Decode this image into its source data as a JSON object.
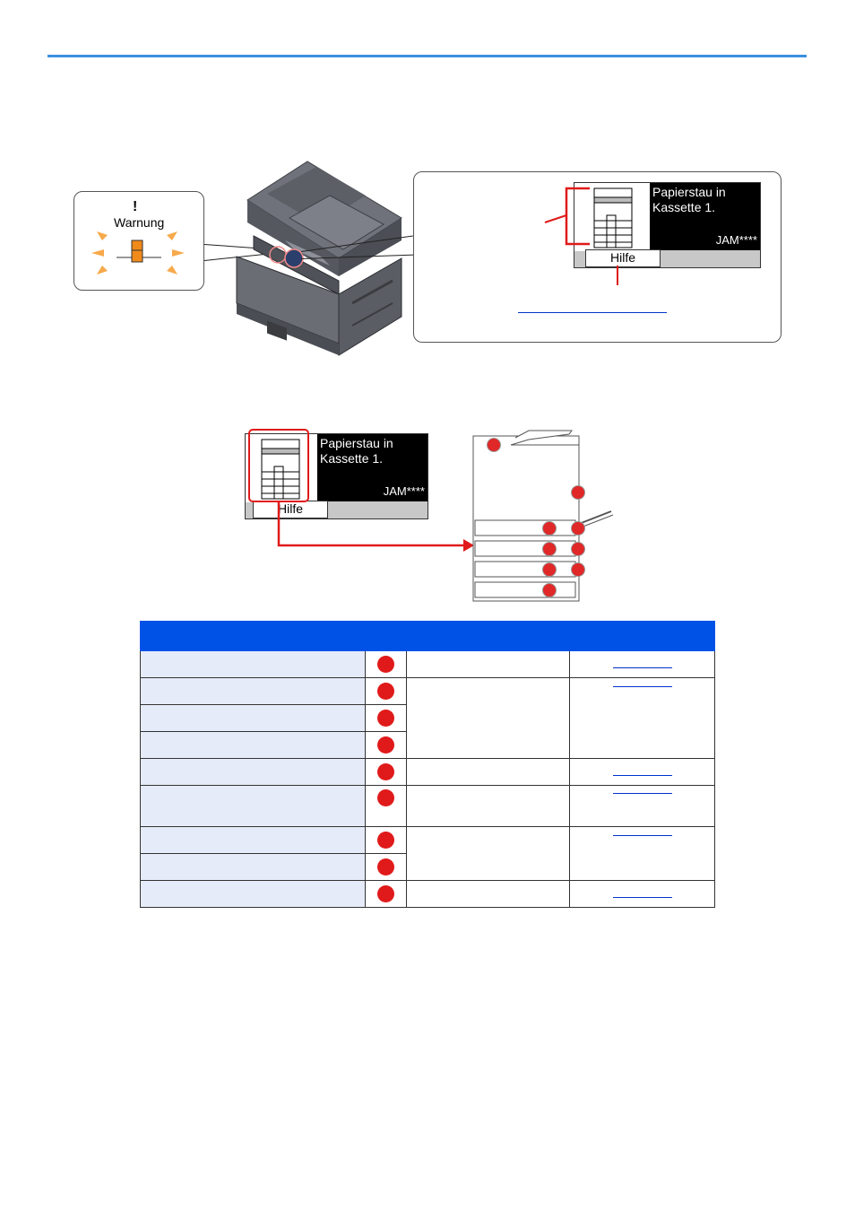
{
  "colors": {
    "accent_line": "#3b8fe0",
    "table_header": "#0052e6",
    "marker_red": "#e01a1a",
    "row_fill": "#e6ebf9",
    "link": "#0033cc"
  },
  "warning_callout": {
    "exclamation": "!",
    "label": "Warnung"
  },
  "display_callout": {
    "message_line1": "Papierstau in",
    "message_line2": "Kassette 1.",
    "code": "JAM****",
    "help_button": "Hilfe"
  },
  "jam_display": {
    "message_line1": "Papierstau in",
    "message_line2": "Kassette 1.",
    "code": "JAM****",
    "help_button": "Hilfe"
  },
  "table": {
    "headers": [
      "",
      "",
      ""
    ],
    "rows": [
      {
        "marker": "",
        "description": "",
        "reference": ""
      },
      {
        "marker": "",
        "description": "",
        "reference": ""
      },
      {
        "marker": "",
        "description": "",
        "reference": ""
      },
      {
        "marker": "",
        "description": "",
        "reference": ""
      },
      {
        "marker": "",
        "description": "",
        "reference": ""
      },
      {
        "marker": "",
        "description": "",
        "reference": ""
      },
      {
        "marker": "",
        "description": "",
        "reference": ""
      },
      {
        "marker": "",
        "description": "",
        "reference": ""
      },
      {
        "marker": "",
        "description": "",
        "reference": ""
      }
    ]
  }
}
